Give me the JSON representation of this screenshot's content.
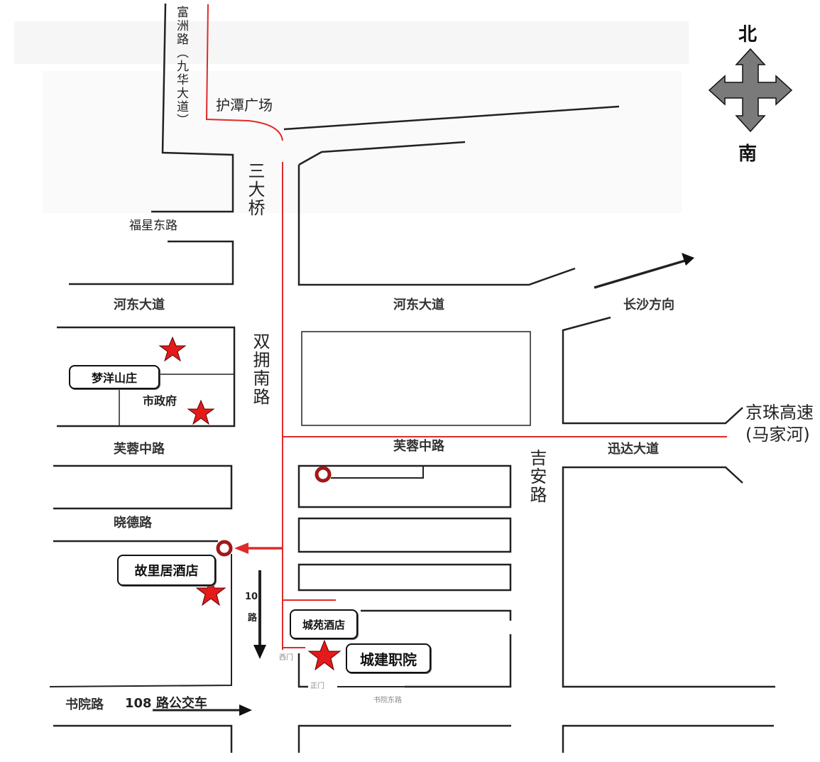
{
  "compass": {
    "north": "北",
    "south": "南",
    "fill": "#7a7a7a"
  },
  "roads": {
    "fuzhou": "富洲路（九华大道）",
    "hutan_square": "护潭广场",
    "sandaqiao": "三大桥",
    "fuxing_east": "福星东路",
    "hedong_left": "河东大道",
    "hedong_center": "河东大道",
    "changsha_dir": "长沙方向",
    "shuangyong_south": "双拥南路",
    "furong_left": "芙蓉中路",
    "furong_center": "芙蓉中路",
    "xunda": "迅达大道",
    "jingzhu": "京珠高速(马家河)",
    "jian": "吉安路",
    "xiaode": "晓德路",
    "shuyuan": "书院路",
    "shuyuan_east": "书院东路"
  },
  "bus": {
    "route_108": "108 路公交车",
    "route_10_num": "10",
    "route_10_unit": "路"
  },
  "gates": {
    "west_gate": "西门",
    "main_gate": "正门"
  },
  "landmarks": {
    "mengyang": "梦洋山庄",
    "city_gov": "市政府",
    "guliju": "故里居酒店",
    "chengyuan": "城苑酒店",
    "chengjian": "城建职院"
  },
  "colors": {
    "route": "#e02a2a",
    "star": "#e51a1a",
    "road": "#222222",
    "bus_stop": "#a01818"
  }
}
